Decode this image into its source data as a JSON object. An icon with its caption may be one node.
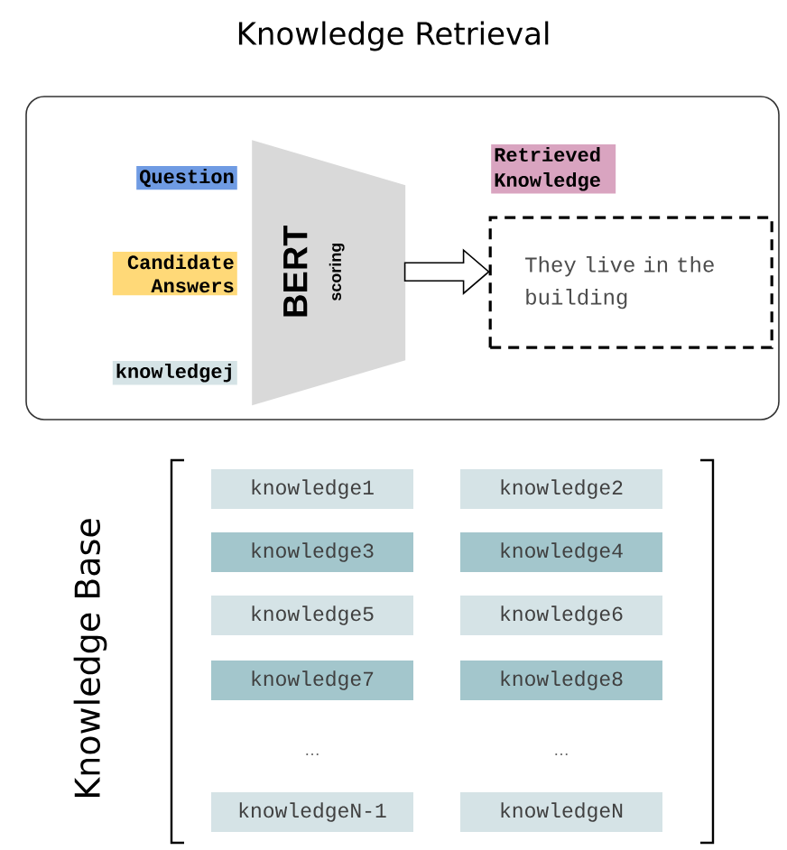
{
  "diagram": {
    "title": "Knowledge Retrieval",
    "nodes": [
      {
        "text": [],
        "shape": "box"
      },
      {
        "text": [
          "Question"
        ],
        "in": 0
      },
      {
        "text": [
          "Candidate Answers"
        ],
        "in": 0
      },
      {
        "text": [
          "knowledgej"
        ],
        "in": 0
      },
      {
        "text": [
          "BERT",
          "scoring"
        ],
        "in": 0
      },
      {
        "text": [
          "Retrieved Knowledge"
        ],
        "in": 0
      },
      {
        "text": [
          "They live in the building"
        ],
        "in": 0
      },
      {
        "text": [
          "knowledge1"
        ]
      },
      {
        "text": [
          "knowledge2"
        ]
      },
      {
        "text": [
          "knowledge3"
        ]
      },
      {
        "text": [
          "knowledge4"
        ]
      },
      {
        "text": [
          "knowledge5"
        ]
      },
      {
        "text": [
          "knowledge6"
        ]
      },
      {
        "text": [
          "knowledge7"
        ]
      },
      {
        "text": [
          "knowledge8"
        ]
      },
      {
        "text": [
          "knowledgeN-1"
        ]
      },
      {
        "text": [
          "knowledgeN"
        ]
      }
    ],
    "edges": [
      {
        "from": 4,
        "to": 6,
        "arrow": "to"
      }
    ],
    "labels": [
      "Knowledge Base",
      "…",
      "…"
    ]
  }
}
